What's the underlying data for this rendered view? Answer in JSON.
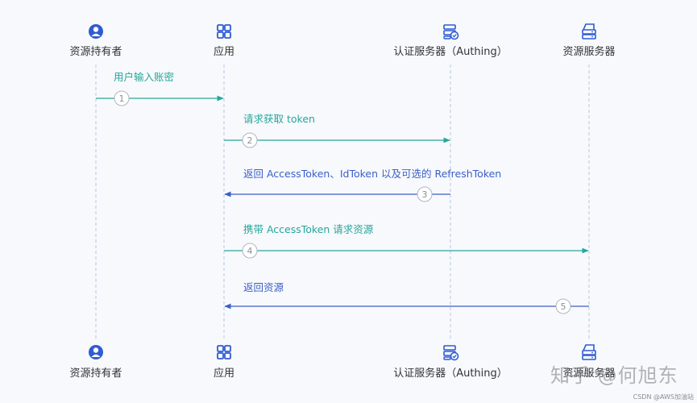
{
  "colors": {
    "request": "#26a69a",
    "response": "#3b5fc9",
    "lifeline": "#b8c8e0",
    "icon": "#2f5bd3"
  },
  "actors": [
    {
      "id": "owner",
      "label": "资源持有者",
      "icon": "user-icon"
    },
    {
      "id": "app",
      "label": "应用",
      "icon": "apps-grid-icon"
    },
    {
      "id": "auth",
      "label": "认证服务器（Authing）",
      "icon": "auth-server-icon"
    },
    {
      "id": "resource",
      "label": "资源服务器",
      "icon": "resource-server-icon"
    }
  ],
  "messages": [
    {
      "num": "1",
      "from": "owner",
      "to": "app",
      "text": "用户输入账密",
      "kind": "request"
    },
    {
      "num": "2",
      "from": "app",
      "to": "auth",
      "text": "请求获取 token",
      "kind": "request"
    },
    {
      "num": "3",
      "from": "auth",
      "to": "app",
      "text": "返回 AccessToken、IdToken 以及可选的 RefreshToken",
      "kind": "response"
    },
    {
      "num": "4",
      "from": "app",
      "to": "resource",
      "text": "携带 AccessToken 请求资源",
      "kind": "request"
    },
    {
      "num": "5",
      "from": "resource",
      "to": "app",
      "text": "返回资源",
      "kind": "response"
    }
  ],
  "watermark": "知乎 @何旭东",
  "source_label": "CSDN @AWS加油站"
}
